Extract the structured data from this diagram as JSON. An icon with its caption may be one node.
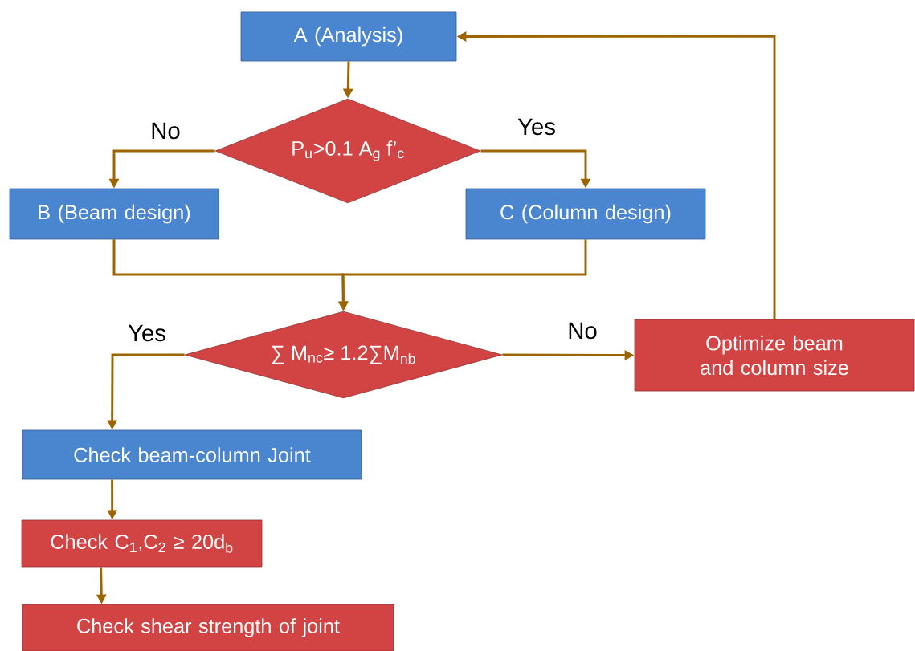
{
  "diagram": {
    "nodes": [
      {
        "text": [
          "A (Analysis)"
        ]
      },
      {
        "text": [
          "P$_{u}$>0.1 A$_{g}$ f’$_{c}$"
        ]
      },
      {
        "text": [
          "B (Beam design)"
        ]
      },
      {
        "text": [
          "C (Column design)"
        ]
      },
      {
        "text": [
          "∑ M$_{nc}$≥ 1.2∑M$_{nb}$"
        ]
      },
      {
        "text": [
          "Optimize beam and column size"
        ]
      },
      {
        "text": [
          "Check beam-column Joint"
        ]
      },
      {
        "text": [
          "Check C$_{1}$,C$_{2}$ ≥ 20d$_{b}$"
        ]
      },
      {
        "text": [
          "Check shear strength of joint"
        ]
      }
    ],
    "edges": [
      {
        "from": 0,
        "to": 1,
        "arrow": "to"
      },
      {
        "from": 1,
        "to": 2,
        "arrow": "to",
        "label": "No"
      },
      {
        "from": 1,
        "to": 3,
        "arrow": "to",
        "label": "Yes"
      },
      {
        "from": 2,
        "to": 4,
        "arrow": "to"
      },
      {
        "from": 3,
        "to": 4,
        "arrow": "to"
      },
      {
        "from": 4,
        "to": 6,
        "arrow": "to",
        "label": "Yes"
      },
      {
        "from": 4,
        "to": 5,
        "arrow": "to",
        "label": "No"
      },
      {
        "from": 5,
        "to": 0,
        "arrow": "to"
      },
      {
        "from": 6,
        "to": 7,
        "arrow": "to"
      },
      {
        "from": 7,
        "to": 8,
        "arrow": "to"
      }
    ]
  }
}
